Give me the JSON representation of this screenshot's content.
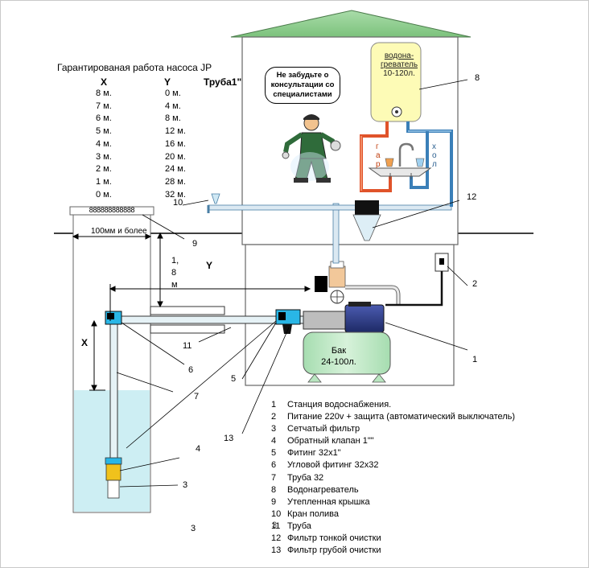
{
  "table": {
    "title": "Гарантированая работа насоса JP",
    "head_x": "X",
    "head_y": "Y",
    "head_pipe": "Труба1\"",
    "x_values": [
      "8 м.",
      "7 м.",
      "6 м.",
      "5 м.",
      "4 м.",
      "3 м.",
      "2 м.",
      "1 м.",
      "0 м."
    ],
    "y_values": [
      "0 м.",
      "4 м.",
      "8 м.",
      "12 м.",
      "16 м.",
      "20 м.",
      "24 м.",
      "28 м.",
      "32 м."
    ]
  },
  "labels": {
    "bubble": "Не забудьте о консультации со специалистами",
    "heater_title": "водона-греватель",
    "heater_volume": "10-120л.",
    "tank_title": "Бак",
    "tank_volume": "24-100л.",
    "well_cap": "888888888888",
    "well_width": "100мм и более",
    "depth_value": "1, 8 м",
    "y_dim": "Y",
    "x_dim": "X",
    "hot_letters": "г а р",
    "cold_letters": "х о л",
    "stray_3": "3",
    "stray_3b": "3"
  },
  "callouts": {
    "c1": "1",
    "c2": "2",
    "c3": "3",
    "c4": "4",
    "c5": "5",
    "c6": "6",
    "c7a": "7",
    "c7b": "7",
    "c8": "8",
    "c9": "9",
    "c10": "10",
    "c11": "11",
    "c12": "12",
    "c13": "13"
  },
  "legend": [
    {
      "num": "1",
      "text": "Станция водоснабжения."
    },
    {
      "num": "2",
      "text": "Питание 220v + защита (автоматический выключатель)"
    },
    {
      "num": "3",
      "text": "Сетчатый фильтр"
    },
    {
      "num": "4",
      "text": "Обратный клапан 1\"\""
    },
    {
      "num": "5",
      "text": "Фитинг 32х1\""
    },
    {
      "num": "6",
      "text": "Угловой фитинг 32х32"
    },
    {
      "num": "7",
      "text": "Труба 32"
    },
    {
      "num": "8",
      "text": "Водонагреватель"
    },
    {
      "num": "9",
      "text": "Утепленная крышка"
    },
    {
      "num": "10",
      "text": "Кран полива"
    },
    {
      "num": "11",
      "text": "Труба"
    },
    {
      "num": "12",
      "text": "Фильтр тонкой очистки"
    },
    {
      "num": "13",
      "text": "Фильтр грубой очистки"
    }
  ],
  "colors": {
    "roof": "#8fcf8f",
    "water": "#cdeef3",
    "heater": "#fdfbb6",
    "tank": "#b9e6c0",
    "hot_pipe": "#e0532a",
    "cold_pipe": "#3a7fb8",
    "pipe_fill": "#e6f2f6",
    "fitting": "#29b6e6",
    "valve": "#f0c21c",
    "motor": "#2a3a85"
  }
}
